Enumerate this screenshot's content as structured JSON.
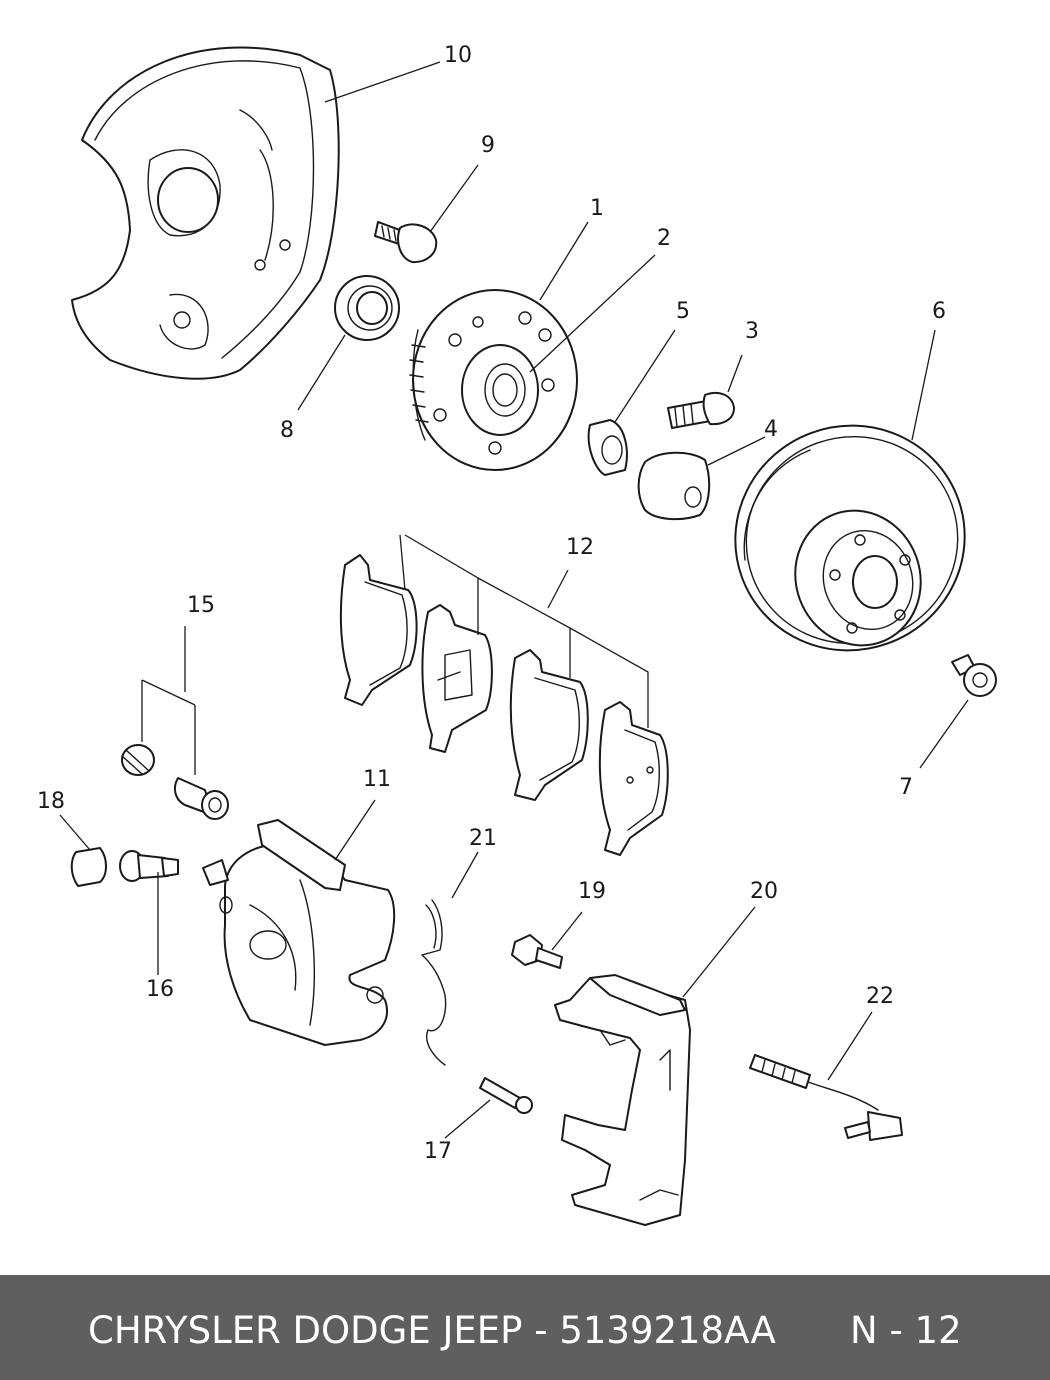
{
  "callouts": {
    "c1": "1",
    "c2": "2",
    "c3": "3",
    "c4": "4",
    "c5": "5",
    "c6": "6",
    "c7": "7",
    "c8": "8",
    "c9": "9",
    "c10": "10",
    "c11": "11",
    "c12": "12",
    "c15": "15",
    "c16": "16",
    "c17": "17",
    "c18": "18",
    "c19": "19",
    "c20": "20",
    "c21": "21",
    "c22": "22"
  },
  "footer": {
    "brand": "CHRYSLER DODGE JEEP - 5139218AA",
    "code": "N - 12"
  }
}
